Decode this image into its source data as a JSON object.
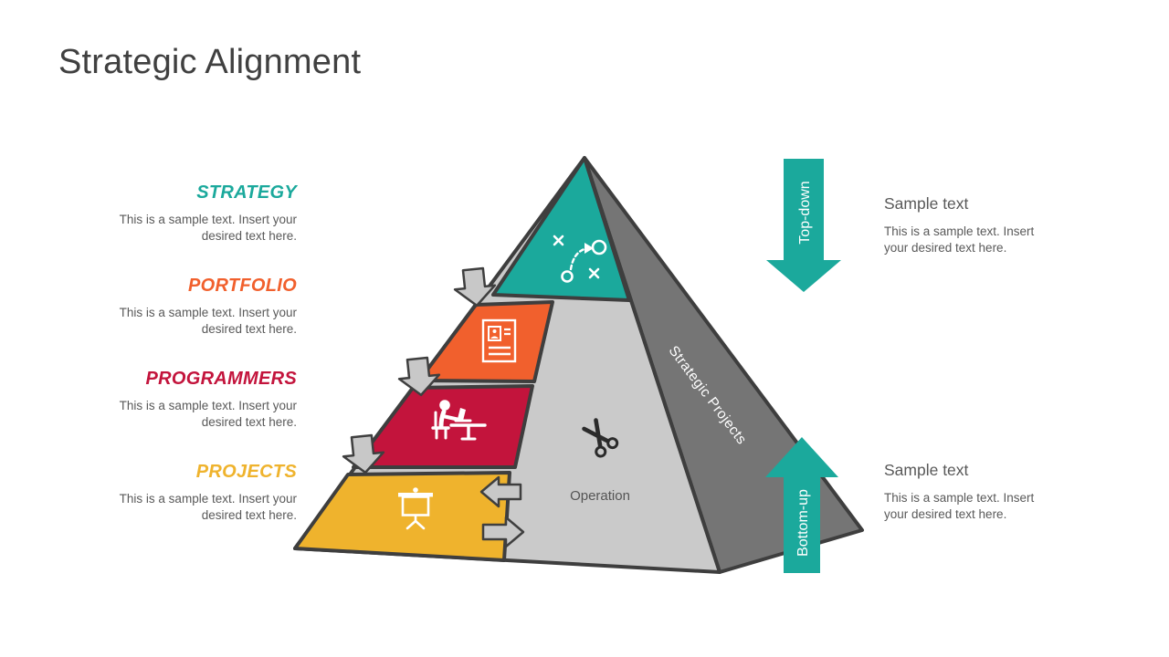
{
  "slide": {
    "title": "Strategic Alignment",
    "title_color": "#404040",
    "background": "#FFFFFF"
  },
  "left_items": [
    {
      "label": "STRATEGY",
      "color": "#1BA99C",
      "body": "This is a sample text. Insert your desired text here."
    },
    {
      "label": "PORTFOLIO",
      "color": "#F1602D",
      "body": "This is a sample text. Insert your desired text here."
    },
    {
      "label": "PROGRAMMERS",
      "color": "#C3143C",
      "body": "This is a sample text. Insert your desired text here."
    },
    {
      "label": "PROJECTS",
      "color": "#EFB32D",
      "body": "This is a sample text. Insert your desired text here."
    }
  ],
  "pyramid": {
    "front_color": "#CACACA",
    "side_color": "#757575",
    "outline_color": "#3E3E3E",
    "center_label": "Operation",
    "side_label": "Strategic Projects",
    "step_arrow_color": "#C8C8C8",
    "layers": [
      {
        "name": "strategy",
        "color": "#1BA99C",
        "icon": "tactics-plan-icon"
      },
      {
        "name": "portfolio",
        "color": "#F1602D",
        "icon": "document-portfolio-icon"
      },
      {
        "name": "programmers",
        "color": "#C3143C",
        "icon": "person-at-desk-icon"
      },
      {
        "name": "projects",
        "color": "#EFB32D",
        "icon": "presentation-board-icon"
      }
    ],
    "operation_icon": "scissors-icon"
  },
  "flow_arrows": {
    "top_down": {
      "label": "Top-down",
      "color": "#1BA99C"
    },
    "bottom_up": {
      "label": "Bottom-up",
      "color": "#1BA99C"
    }
  },
  "right_items": [
    {
      "heading": "Sample text",
      "body": "This is a sample text. Insert your desired text here."
    },
    {
      "heading": "Sample text",
      "body": "This is a sample text. Insert your desired text here."
    }
  ]
}
